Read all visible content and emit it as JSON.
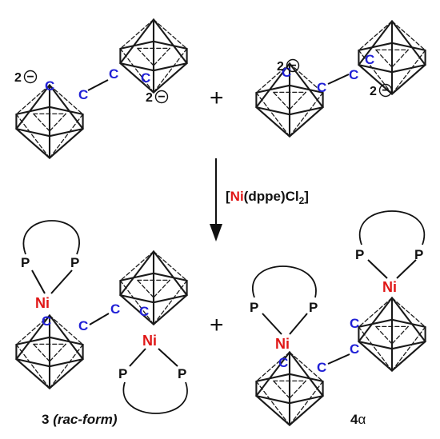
{
  "reaction": {
    "plus_sign": "+",
    "reagent": {
      "bracket_open": "[",
      "metal": "Ni",
      "rest": "(dppe)Cl",
      "subscript": "2",
      "bracket_close": "]"
    },
    "atoms": {
      "carbon": "C",
      "nickel": "Ni",
      "phosphorus": "P"
    },
    "charge": {
      "value": "2",
      "sign": "−"
    },
    "products": {
      "rac": {
        "number": "3",
        "label": " (rac-form)"
      },
      "alpha": {
        "number": "4",
        "greek": "α"
      }
    },
    "colors": {
      "carbon": "#1f1fd6",
      "nickel": "#e01616"
    }
  }
}
